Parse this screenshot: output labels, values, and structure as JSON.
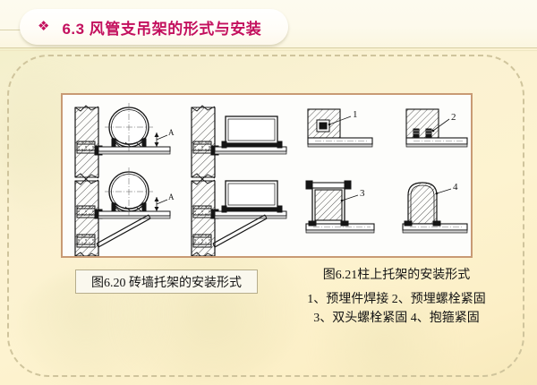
{
  "slide": {
    "title": {
      "bullet_icon": "diamond-bullet-icon",
      "number": "6.3",
      "text": "6.3  风管支吊架的形式与安装",
      "color": "#c3105e"
    },
    "background_color": "#fbf2d2",
    "frame_border_color": "#cfc49c"
  },
  "figure": {
    "panel_border_color": "#c89a74",
    "background_color": "#fdfdfb",
    "callouts": [
      {
        "label": "A",
        "position": "top-left-detail"
      },
      {
        "label": "A",
        "position": "bottom-left-detail"
      },
      {
        "label": "1",
        "position": "right-top-left"
      },
      {
        "label": "2",
        "position": "right-top-right"
      },
      {
        "label": "3",
        "position": "right-bottom-left"
      },
      {
        "label": "4",
        "position": "right-bottom-right"
      }
    ]
  },
  "captions": {
    "left_box_text": "图6.20 砖墙托架的安装形式",
    "right_title": "图6.21柱上托架的安装形式",
    "right_line1": "1、预埋件焊接 2、预埋螺栓紧固",
    "right_line2": "3、双头螺栓紧固 4、抱箍紧固"
  }
}
